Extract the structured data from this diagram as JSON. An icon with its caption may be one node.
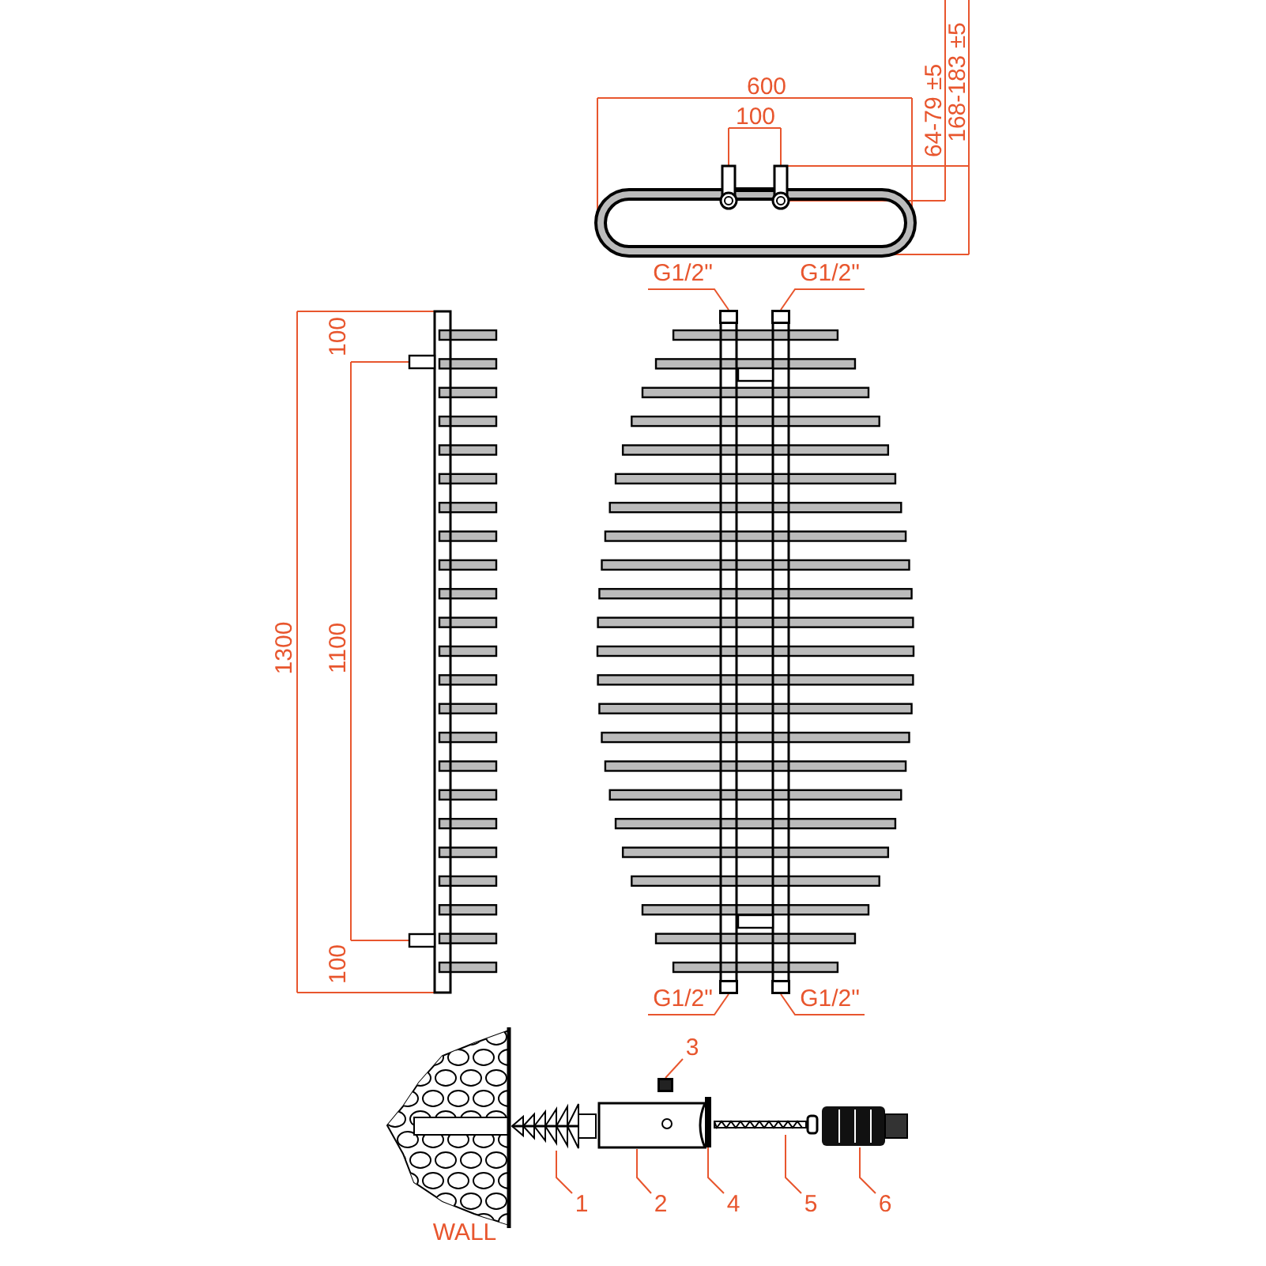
{
  "diagram": {
    "nodes": [
      {
        "text": [
          "1"
        ]
      },
      {
        "text": [
          "2"
        ]
      },
      {
        "text": [
          "3"
        ]
      },
      {
        "text": [
          "4"
        ]
      },
      {
        "text": [
          "5"
        ]
      },
      {
        "text": [
          "6"
        ]
      },
      {
        "text": [],
        "shape": "picture"
      },
      {
        "text": [],
        "shape": "picture"
      },
      {
        "text": [],
        "shape": "box"
      },
      {
        "text": [],
        "shape": "bar"
      },
      {
        "text": [],
        "shape": "picture"
      },
      {
        "text": [],
        "shape": "picture"
      },
      {
        "text": [
          "G1/2\""
        ]
      },
      {
        "text": [
          "G1/2\""
        ]
      },
      {
        "text": [
          "G1/2\""
        ]
      },
      {
        "text": [
          "G1/2\""
        ]
      },
      {
        "text": [],
        "shape": "box"
      },
      {
        "text": [],
        "shape": "box"
      },
      {
        "text": [],
        "shape": "box"
      },
      {
        "text": [],
        "shape": "box"
      }
    ],
    "edges": [
      {
        "from": 0,
        "to": 6,
        "arrow": "none"
      },
      {
        "from": 1,
        "to": 7,
        "arrow": "none"
      },
      {
        "from": 2,
        "to": 8,
        "arrow": "none"
      },
      {
        "from": 3,
        "to": 9,
        "arrow": "none"
      },
      {
        "from": 4,
        "to": 10,
        "arrow": "none"
      },
      {
        "from": 5,
        "to": 11,
        "arrow": "none"
      },
      {
        "from": 12,
        "to": 16,
        "arrow": "none"
      },
      {
        "from": 13,
        "to": 17,
        "arrow": "none"
      },
      {
        "from": 14,
        "to": 18,
        "arrow": "none"
      },
      {
        "from": 15,
        "to": 19,
        "arrow": "none"
      }
    ],
    "labels": [
      "600",
      "100",
      "64-79 ±5",
      "168-183 ±5",
      "100",
      "1300",
      "1100",
      "100",
      "WALL"
    ]
  }
}
